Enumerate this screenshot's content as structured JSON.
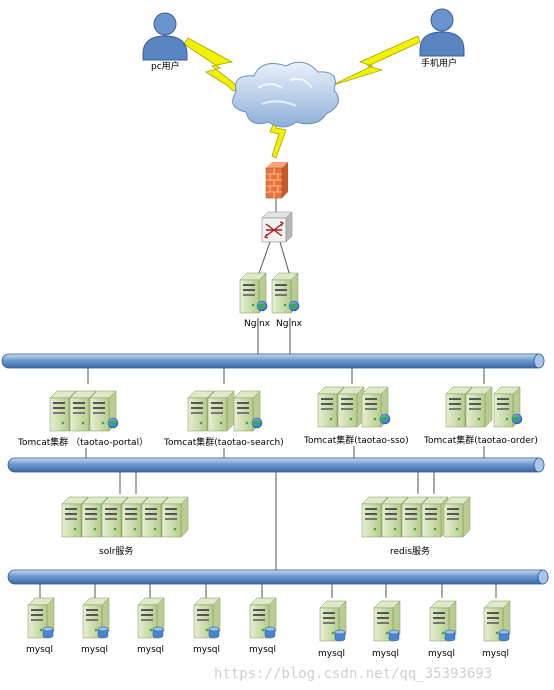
{
  "users": {
    "pc": "pc用户",
    "mobile": "手机用户"
  },
  "nginx_labels": [
    "Nginx",
    "Nginx"
  ],
  "tomcat_clusters": [
    "Tomcat集群 （taotao-portal）",
    "Tomcat集群(taotao-search)",
    "Tomcat集群(taotao-sso)",
    "Tomcat集群(taotao-order)"
  ],
  "services": {
    "solr": "solr服务",
    "redis": "redis服务"
  },
  "databases": [
    "mysql",
    "mysql",
    "mysql",
    "mysql",
    "mysql",
    "mysql",
    "mysql",
    "mysql",
    "mysql"
  ],
  "watermark": "https://blog.csdn.net/qq_35393693",
  "colors": {
    "bus": "#4f81bd",
    "bus_light": "#9ec0e6",
    "server": "#c6d8a6",
    "user": "#5f87c4",
    "firewall": "#e8743b",
    "lightning": "#f2f200"
  }
}
